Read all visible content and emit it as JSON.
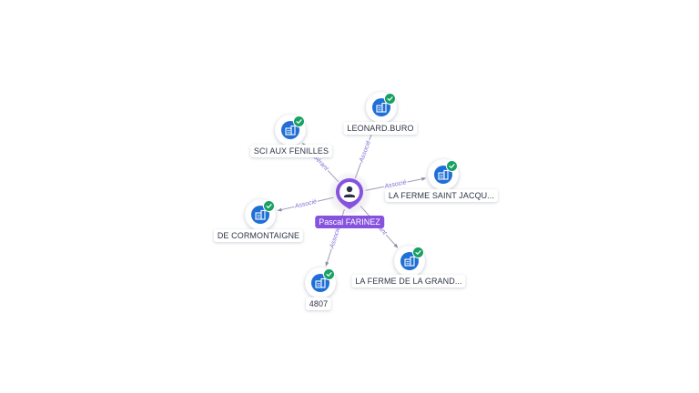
{
  "center": {
    "label": "Pascal FARINEZ",
    "icon": "person-icon",
    "color": "#8753de"
  },
  "nodes": [
    {
      "id": "sci-aux-fenilles",
      "label": "SCI AUX FENILLES",
      "icon": "company-building-icon",
      "badge": "verified-check-icon",
      "edge_label": "Gérant"
    },
    {
      "id": "leonard-buro",
      "label": "LEONARD.BURO",
      "icon": "company-building-icon",
      "badge": "verified-check-icon",
      "edge_label": "Associé"
    },
    {
      "id": "la-ferme-saint-jacques",
      "label": "LA FERME SAINT JACQU...",
      "icon": "company-building-icon",
      "badge": "verified-check-icon",
      "edge_label": "Associé"
    },
    {
      "id": "de-cormontaigne",
      "label": "DE CORMONTAIGNE",
      "icon": "company-building-icon",
      "badge": "verified-check-icon",
      "edge_label": "Associé"
    },
    {
      "id": "la-ferme-de-la-grand",
      "label": "LA FERME DE LA GRAND...",
      "icon": "company-building-icon",
      "badge": "verified-check-icon",
      "edge_label": "Gérant"
    },
    {
      "id": "4807",
      "label": "4807",
      "icon": "company-building-icon",
      "badge": "verified-check-icon",
      "edge_label": "Associé"
    }
  ],
  "colors": {
    "company_disc": "#1f6fd6",
    "verified_badge": "#17a163",
    "edge": "#9a9fb4",
    "edge_label": "#7c72d8"
  }
}
